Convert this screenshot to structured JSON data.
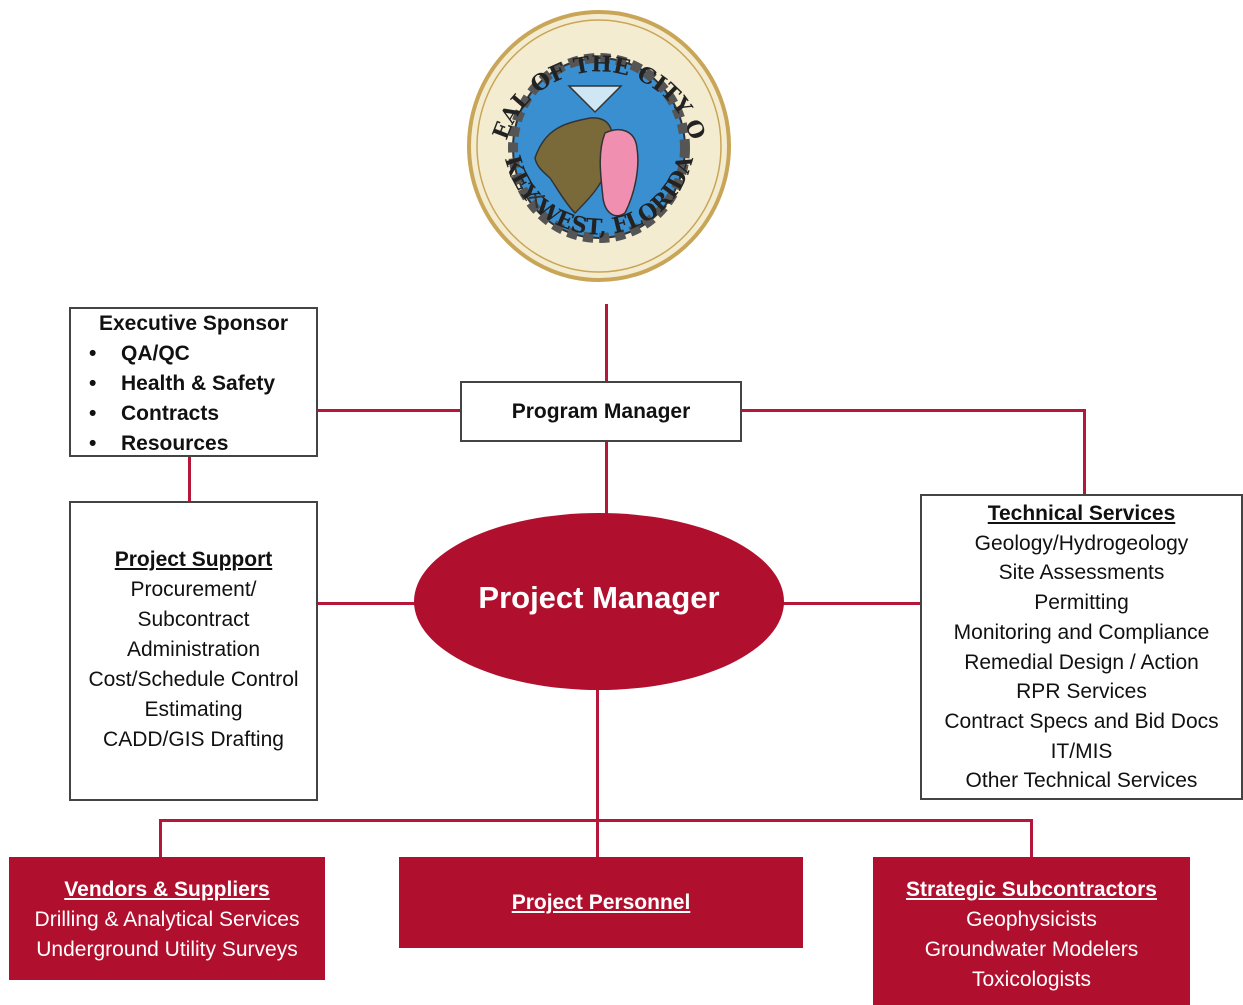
{
  "seal": {
    "top_text": "SEAL OF THE CITY OF",
    "bottom_text": "KEY WEST, FLORIDA"
  },
  "executive_sponsor": {
    "title": "Executive Sponsor",
    "items": [
      "QA/QC",
      "Health & Safety",
      "Contracts",
      "Resources"
    ]
  },
  "program_manager": {
    "label": "Program Manager"
  },
  "project_manager": {
    "label": "Project Manager"
  },
  "project_support": {
    "title": "Project Support",
    "lines": [
      "Procurement/",
      "Subcontract",
      "Administration",
      "Cost/Schedule Control",
      "Estimating",
      "CADD/GIS  Drafting"
    ]
  },
  "technical_services": {
    "title": "Technical Services",
    "lines": [
      "Geology/Hydrogeology",
      "Site Assessments",
      "Permitting",
      "Monitoring and Compliance",
      "Remedial Design / Action",
      "RPR  Services",
      "Contract Specs and Bid Docs",
      "IT/MIS",
      "Other Technical Services"
    ]
  },
  "vendors": {
    "title": "Vendors & Suppliers",
    "lines": [
      "Drilling & Analytical Services",
      "Underground Utility Surveys"
    ]
  },
  "project_personnel": {
    "title": "Project Personnel"
  },
  "strategic_subcontractors": {
    "title": "Strategic Subcontractors",
    "lines": [
      "Geophysicists",
      "Groundwater Modelers",
      "Toxicologists"
    ]
  },
  "colors": {
    "accent": "#b10f2e",
    "line": "#b5173a",
    "box_border": "#444444"
  }
}
